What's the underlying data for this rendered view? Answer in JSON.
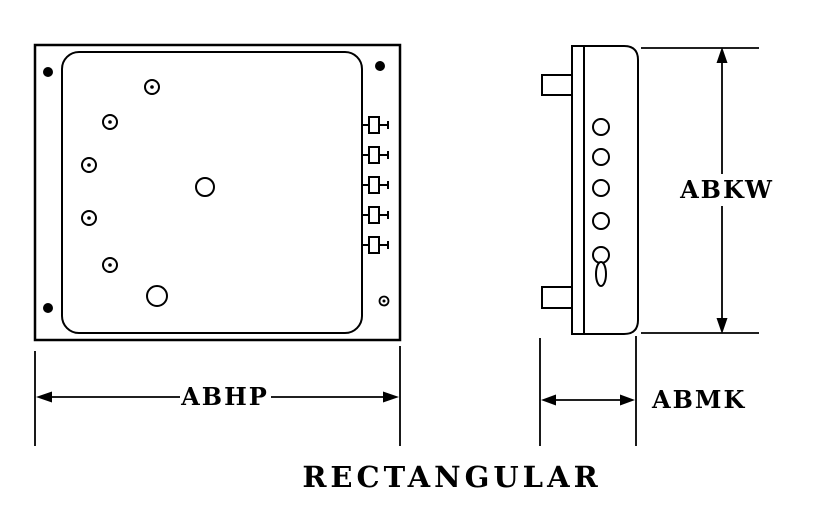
{
  "figure": {
    "caption": "RECTANGULAR",
    "labels": {
      "width": "ABHP",
      "height": "ABKW",
      "depth": "ABMK"
    },
    "colors": {
      "line": "#000000",
      "background": "#ffffff"
    }
  }
}
